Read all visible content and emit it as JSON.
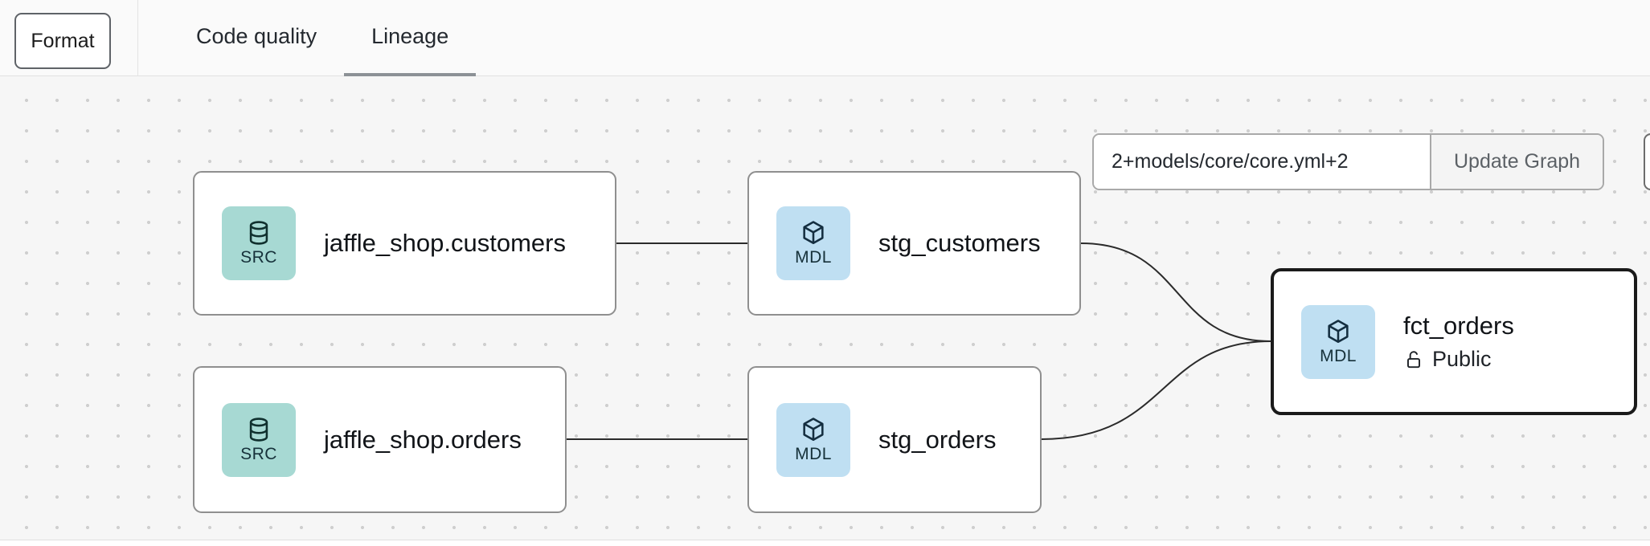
{
  "toolbar": {
    "format_label": "Format",
    "tabs": [
      {
        "label": "Code quality",
        "active": false
      },
      {
        "label": "Lineage",
        "active": true
      }
    ]
  },
  "graph_controls": {
    "selector_value": "2+models/core/core.yml+2",
    "update_button_label": "Update Graph"
  },
  "nodes": [
    {
      "id": "source-jaffle-shop-customers",
      "badge": "SRC",
      "label": "jaffle_shop.customers",
      "type": "source"
    },
    {
      "id": "model-stg-customers",
      "badge": "MDL",
      "label": "stg_customers",
      "type": "model"
    },
    {
      "id": "source-jaffle-shop-orders",
      "badge": "SRC",
      "label": "jaffle_shop.orders",
      "type": "source"
    },
    {
      "id": "model-stg-orders",
      "badge": "MDL",
      "label": "stg_orders",
      "type": "model"
    },
    {
      "id": "model-fct-orders",
      "badge": "MDL",
      "label": "fct_orders",
      "subtitle": "Public",
      "type": "model",
      "selected": true
    }
  ],
  "edges": [
    {
      "from": "source-jaffle-shop-customers",
      "to": "model-stg-customers"
    },
    {
      "from": "source-jaffle-shop-orders",
      "to": "model-stg-orders"
    },
    {
      "from": "model-stg-customers",
      "to": "model-fct-orders"
    },
    {
      "from": "model-stg-orders",
      "to": "model-fct-orders"
    }
  ],
  "colors": {
    "source_badge_bg": "#a7d9d3",
    "model_badge_bg": "#bfdff2",
    "selected_node_border": "#1a1a1a",
    "edge": "#2b2b2b",
    "tab_underline": "#8c9196",
    "canvas_bg": "#f6f6f6"
  }
}
